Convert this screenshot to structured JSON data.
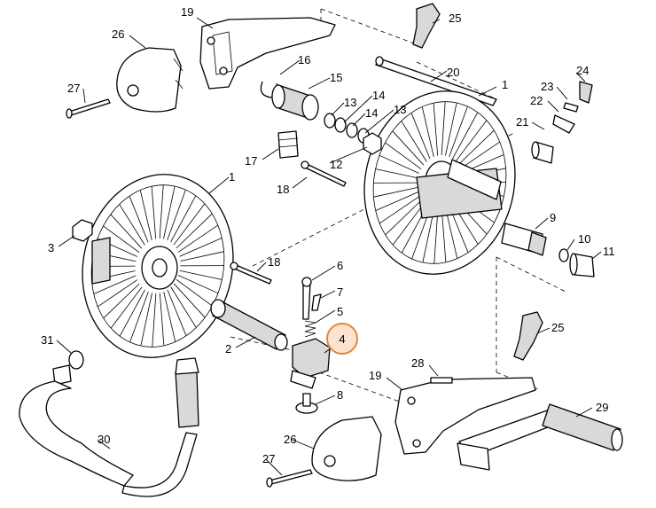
{
  "highlight": {
    "label": "4",
    "color": "#e2873a",
    "fill": "#fbe3cf"
  },
  "callouts": [
    {
      "id": "c19a",
      "text": "19"
    },
    {
      "id": "c25a",
      "text": "25"
    },
    {
      "id": "c26a",
      "text": "26"
    },
    {
      "id": "c16",
      "text": "16"
    },
    {
      "id": "c20",
      "text": "20"
    },
    {
      "id": "c1a",
      "text": "1"
    },
    {
      "id": "c27a",
      "text": "27"
    },
    {
      "id": "c15",
      "text": "15"
    },
    {
      "id": "c13a",
      "text": "13"
    },
    {
      "id": "c14a",
      "text": "14"
    },
    {
      "id": "c14b",
      "text": "14"
    },
    {
      "id": "c13b",
      "text": "13"
    },
    {
      "id": "c24",
      "text": "24"
    },
    {
      "id": "c23",
      "text": "23"
    },
    {
      "id": "c22",
      "text": "22"
    },
    {
      "id": "c21",
      "text": "21"
    },
    {
      "id": "c17",
      "text": "17"
    },
    {
      "id": "c12",
      "text": "12"
    },
    {
      "id": "c18a",
      "text": "18"
    },
    {
      "id": "c1b",
      "text": "1"
    },
    {
      "id": "c9",
      "text": "9"
    },
    {
      "id": "c3",
      "text": "3"
    },
    {
      "id": "c10",
      "text": "10"
    },
    {
      "id": "c11",
      "text": "11"
    },
    {
      "id": "c18b",
      "text": "18"
    },
    {
      "id": "c6",
      "text": "6"
    },
    {
      "id": "c7",
      "text": "7"
    },
    {
      "id": "c5",
      "text": "5"
    },
    {
      "id": "c2",
      "text": "2"
    },
    {
      "id": "c25b",
      "text": "25"
    },
    {
      "id": "c31",
      "text": "31"
    },
    {
      "id": "c28",
      "text": "28"
    },
    {
      "id": "c19b",
      "text": "19"
    },
    {
      "id": "c8",
      "text": "8"
    },
    {
      "id": "c29",
      "text": "29"
    },
    {
      "id": "c30",
      "text": "30"
    },
    {
      "id": "c26b",
      "text": "26"
    },
    {
      "id": "c27b",
      "text": "27"
    }
  ]
}
